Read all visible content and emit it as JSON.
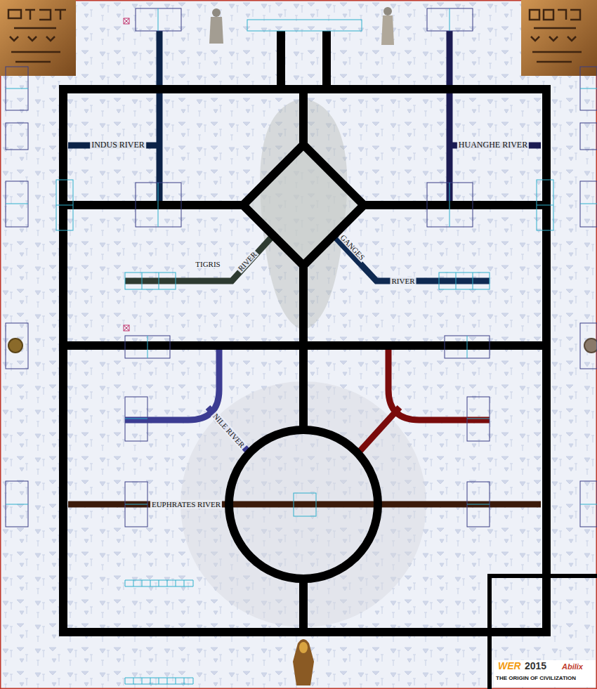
{
  "diagram": {
    "labels": [
      "INDUS RIVER",
      "HUANGHE RIVER",
      "TIGRIS",
      "RIVER",
      "GANGES",
      "RIVER",
      "NILE RIVER",
      "EUPHRATES RIVER",
      "WER",
      "2015",
      "Abilix",
      "THE ORIGIN OF CIVILIZATION"
    ]
  }
}
